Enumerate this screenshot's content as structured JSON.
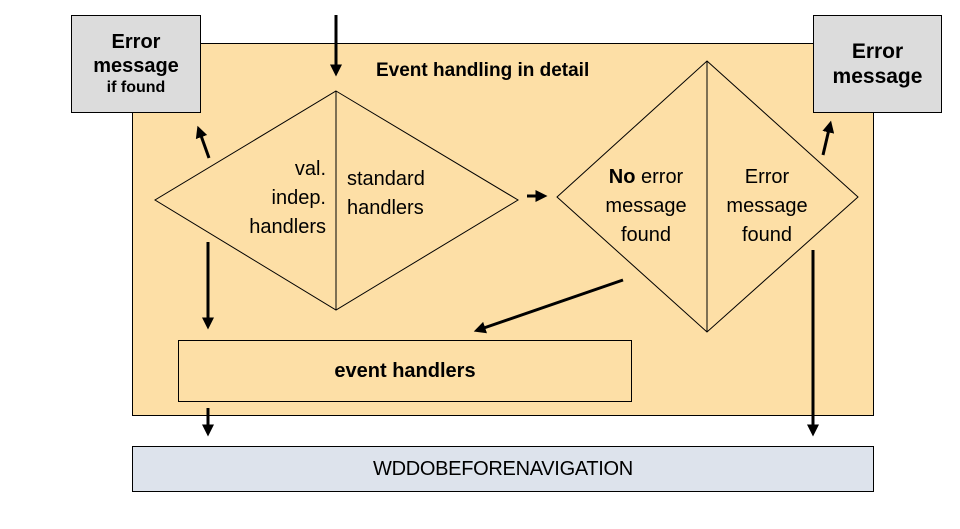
{
  "diagram": {
    "title": "Event handling in detail",
    "error_box_left": {
      "line1": "Error",
      "line2": "message",
      "line3": "if found"
    },
    "error_box_right": {
      "line1": "Error",
      "line2": "message"
    },
    "decision_handlers": {
      "left": {
        "line1": "val.",
        "line2": "indep.",
        "line3": "handlers"
      },
      "right": {
        "line1": "standard",
        "line2": "handlers"
      }
    },
    "decision_errors": {
      "left": {
        "bold": "No",
        "line1_rest": " error",
        "line2": "message",
        "line3": "found"
      },
      "right": {
        "line1": "Error",
        "line2": "message",
        "line3": "found"
      }
    },
    "event_handlers_label": "event handlers",
    "navigation_label": "WDDOBEFORENAVIGATION",
    "colors": {
      "frame_fill": "#fddfa6",
      "error_box_fill": "#dcdcdc",
      "navigation_fill": "#dde3ec",
      "stroke": "#000000"
    }
  }
}
